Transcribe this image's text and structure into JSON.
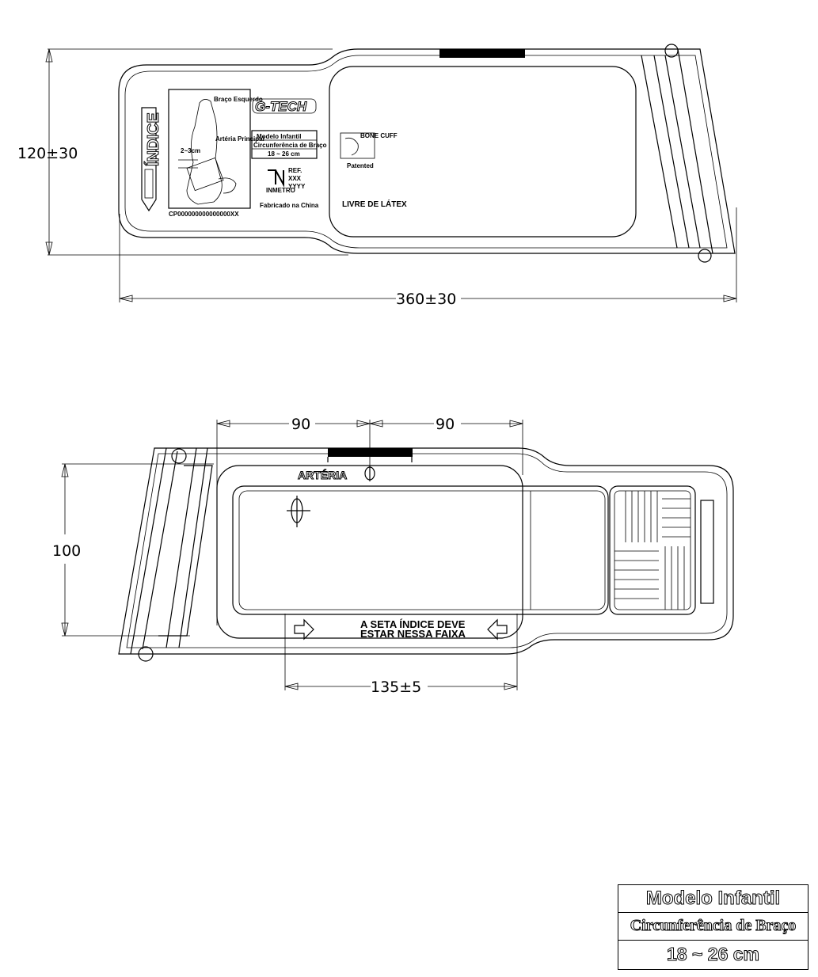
{
  "top_view": {
    "dim_height": "120±30",
    "dim_width": "360±30",
    "index_label": "ÍNDICE",
    "arm_label": "Braço Esquerdo",
    "artery_label": "Artéria Principal",
    "spacing_label": "2~3cm",
    "brand": "G-TECH",
    "model_box": {
      "line1": "Modelo Infantil",
      "line2": "Circunferência de Braço",
      "line3": "18 ~ 26 cm"
    },
    "ref_lines": [
      "REF.",
      "XXX",
      "YYYY"
    ],
    "maker_mark": "INMETRO",
    "made_in": "Fabricado na China",
    "serial": "CP000000000000000XX",
    "patent_brand": "BONE CUFF",
    "patented": "Patented",
    "latex_free": "LIVRE DE LÁTEX"
  },
  "bottom_view": {
    "dim_left": "90",
    "dim_right": "90",
    "dim_height": "100",
    "dim_range": "135±5",
    "artery_label": "ARTÉRIA",
    "index_note_line1": "A SETA ÍNDICE DEVE",
    "index_note_line2": "ESTAR NESSA FAIXA"
  },
  "title_block": {
    "line1": "Modelo Infantil",
    "line2": "Circunferência de Braço",
    "line3": "18 ~ 26 cm"
  }
}
